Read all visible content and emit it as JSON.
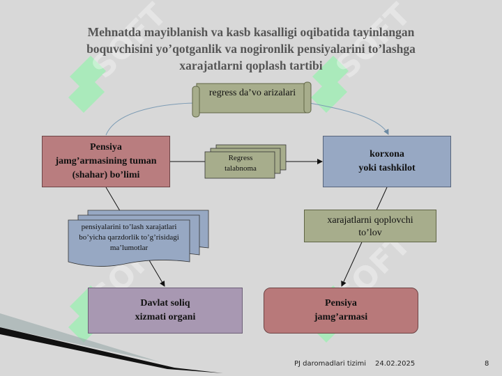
{
  "slide": {
    "title": "Mehnatda mayiblanish va kasb kasalligi oqibatida tayinlangan\nboquvchisini yo’qotganlik va nogironlik pensiyalarini to’lashga\nxarajatlarni qoplash tartibi",
    "nodes": {
      "scroll": "regress da’vo arizalari",
      "pj_office": "Pensiya\njamg’armasining tuman\n(shahar) bo’limi",
      "korxona": "korxona\nyoki tashkilot",
      "regress_doc": "Regress\ntalabnoma",
      "info_doc": "pensiyalarini to’lash xarajatlari\nbo’yicha qarzdorlik to’g’risidagi\nma’lumotlar",
      "xarajat": "xarajatlarni qoplovchi\nto’lov",
      "davlat": "Davlat soliq\nxizmati organi",
      "pensiya_fund": "Pensiya\njamg’armasi"
    },
    "watermark_text": "SOFT",
    "footer": {
      "left": "PJ daromadlari tizimi",
      "date": "24.02.2025",
      "page": "8"
    }
  },
  "colors": {
    "background": "#d8d8d8",
    "pj_office": "#b97d7f",
    "korxona": "#97a8c3",
    "davlat": "#a898b2",
    "pensiya_fund": "#b8797a",
    "scroll": "#a7ad8c",
    "xarajat": "#a7ad8c",
    "regress_doc": "#a7ad8c",
    "info_doc": "#97a8c3",
    "watermark": "#9be8b0"
  }
}
